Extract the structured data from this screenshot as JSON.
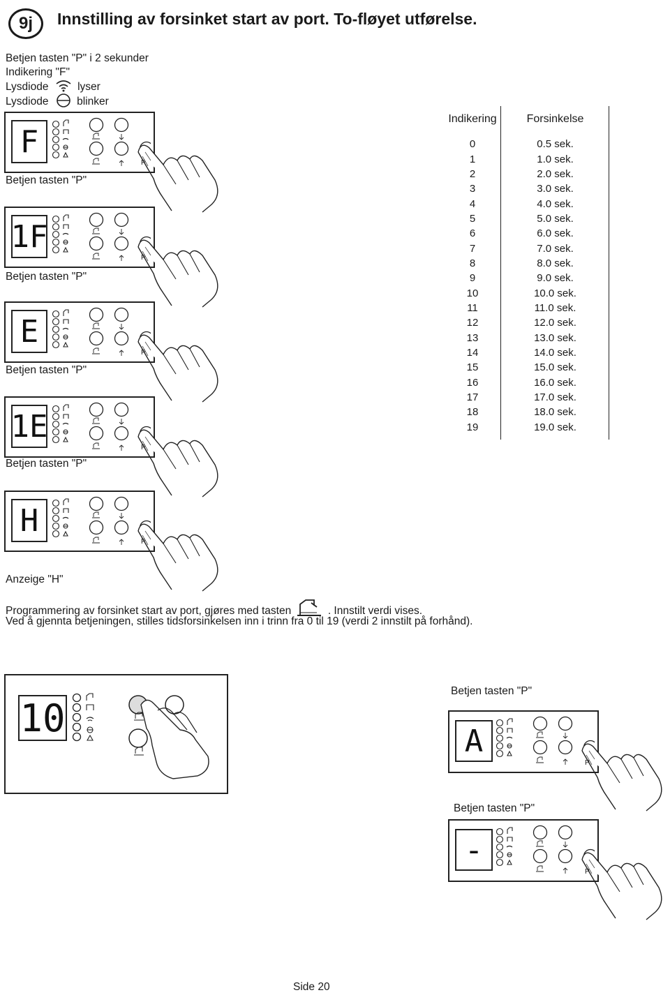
{
  "header": {
    "badge": "9j",
    "title": "Innstilling av forsinket start av port. To-fløyet utførelse."
  },
  "intro": {
    "line1": "Betjen tasten \"P\" i 2 sekunder",
    "line2": "Indikering \"F\"",
    "line3_a": "Lysdiode",
    "line3_b": "lyser",
    "line4_a": "Lysdiode",
    "line4_b": "blinker"
  },
  "panels": [
    {
      "display": "F",
      "caption": "Betjen tasten \"P\""
    },
    {
      "display": "1F",
      "caption": "Betjen tasten \"P\""
    },
    {
      "display": "E",
      "caption": "Betjen tasten \"P\""
    },
    {
      "display": "1E",
      "caption": "Betjen tasten \"P\""
    },
    {
      "display": "H",
      "caption": "Anzeige \"H\""
    }
  ],
  "button_p_label": "P",
  "table": {
    "header_indikering": "Indikering",
    "header_forsinkelse": "Forsinkelse",
    "rows": [
      [
        "0",
        "0.5 sek."
      ],
      [
        "1",
        "1.0 sek."
      ],
      [
        "2",
        "2.0 sek."
      ],
      [
        "3",
        "3.0 sek."
      ],
      [
        "4",
        "4.0 sek."
      ],
      [
        "5",
        "5.0 sek."
      ],
      [
        "6",
        "6.0 sek."
      ],
      [
        "7",
        "7.0 sek."
      ],
      [
        "8",
        "8.0 sek."
      ],
      [
        "9",
        "9.0 sek."
      ],
      [
        "10",
        "10.0 sek."
      ],
      [
        "11",
        "11.0 sek."
      ],
      [
        "12",
        "12.0 sek."
      ],
      [
        "13",
        "13.0 sek."
      ],
      [
        "14",
        "14.0 sek."
      ],
      [
        "15",
        "15.0 sek."
      ],
      [
        "16",
        "16.0 sek."
      ],
      [
        "17",
        "17.0 sek."
      ],
      [
        "18",
        "18.0 sek."
      ],
      [
        "19",
        "19.0 sek."
      ]
    ]
  },
  "prog": {
    "line1_a": "Programmering av forsinket start av port, gjøres med tasten",
    "line1_b": ". Innstilt verdi vises.",
    "line2": "Ved å gjennta betjeningen, stilles tidsforsinkelsen inn i trinn fra 0 til 19 (verdi 2 innstilt på forhånd)."
  },
  "big_panel": {
    "display": "10"
  },
  "right_panels": [
    {
      "caption": "Betjen tasten \"P\"",
      "display": "A"
    },
    {
      "caption": "Betjen tasten \"P\"",
      "display": "-"
    }
  ],
  "footer": {
    "page": "Side 20"
  }
}
